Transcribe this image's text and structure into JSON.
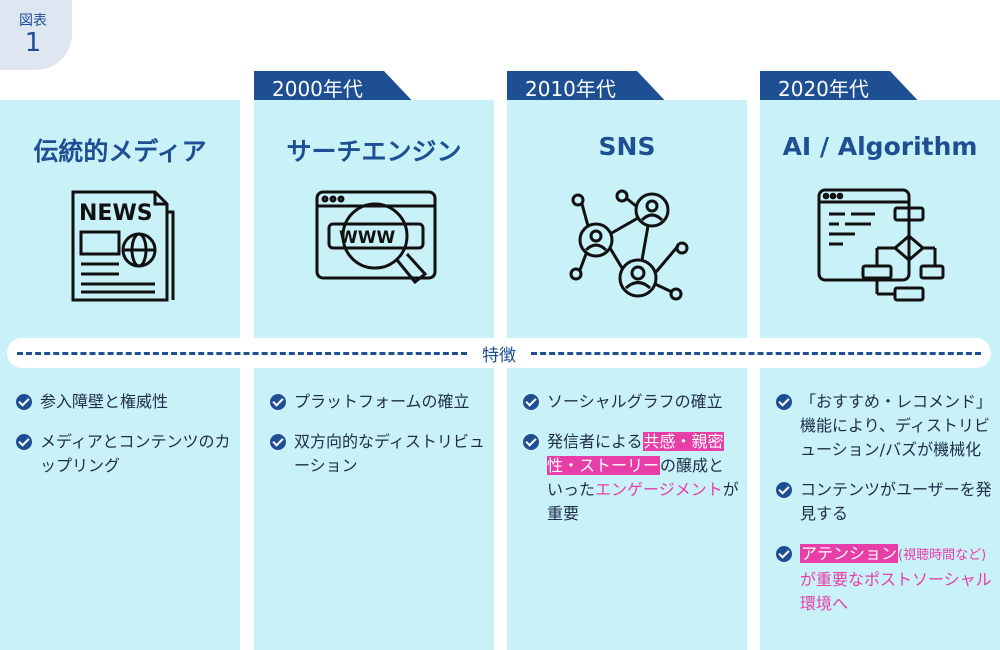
{
  "figure": {
    "label": "図表",
    "number": "1"
  },
  "feature_label": "特徴",
  "eras": [
    "2000年代",
    "2010年代",
    "2020年代"
  ],
  "columns": [
    {
      "title": "伝統的メディア",
      "icon": "newspaper-icon",
      "items": [
        {
          "text": "参入障壁と権威性"
        },
        {
          "text": "メディアとコンテンツのカップリング"
        }
      ]
    },
    {
      "title": "サーチエンジン",
      "icon": "browser-search-icon",
      "items": [
        {
          "text": "プラットフォームの確立"
        },
        {
          "text": "双方向的なディストリビューション"
        }
      ]
    },
    {
      "title": "SNS",
      "icon": "social-network-icon",
      "items": [
        {
          "text": "ソーシャルグラフの確立"
        },
        {
          "pre": "発信者による",
          "highlight": "共感・親密性・ストーリー",
          "mid": "の醸成といった",
          "pink": "エンゲージメント",
          "post": "が重要"
        }
      ]
    },
    {
      "title": "AI / Algorithm",
      "icon": "algorithm-icon",
      "items": [
        {
          "text": "「おすすめ・レコメンド」機能により、ディストリビューション/バズが機械化"
        },
        {
          "text": "コンテンツがユーザーを発見する"
        },
        {
          "highlight": "アテンション",
          "small": "(視聴時間など)",
          "pink": "が重要なポストソーシャル環境へ"
        }
      ]
    }
  ]
}
